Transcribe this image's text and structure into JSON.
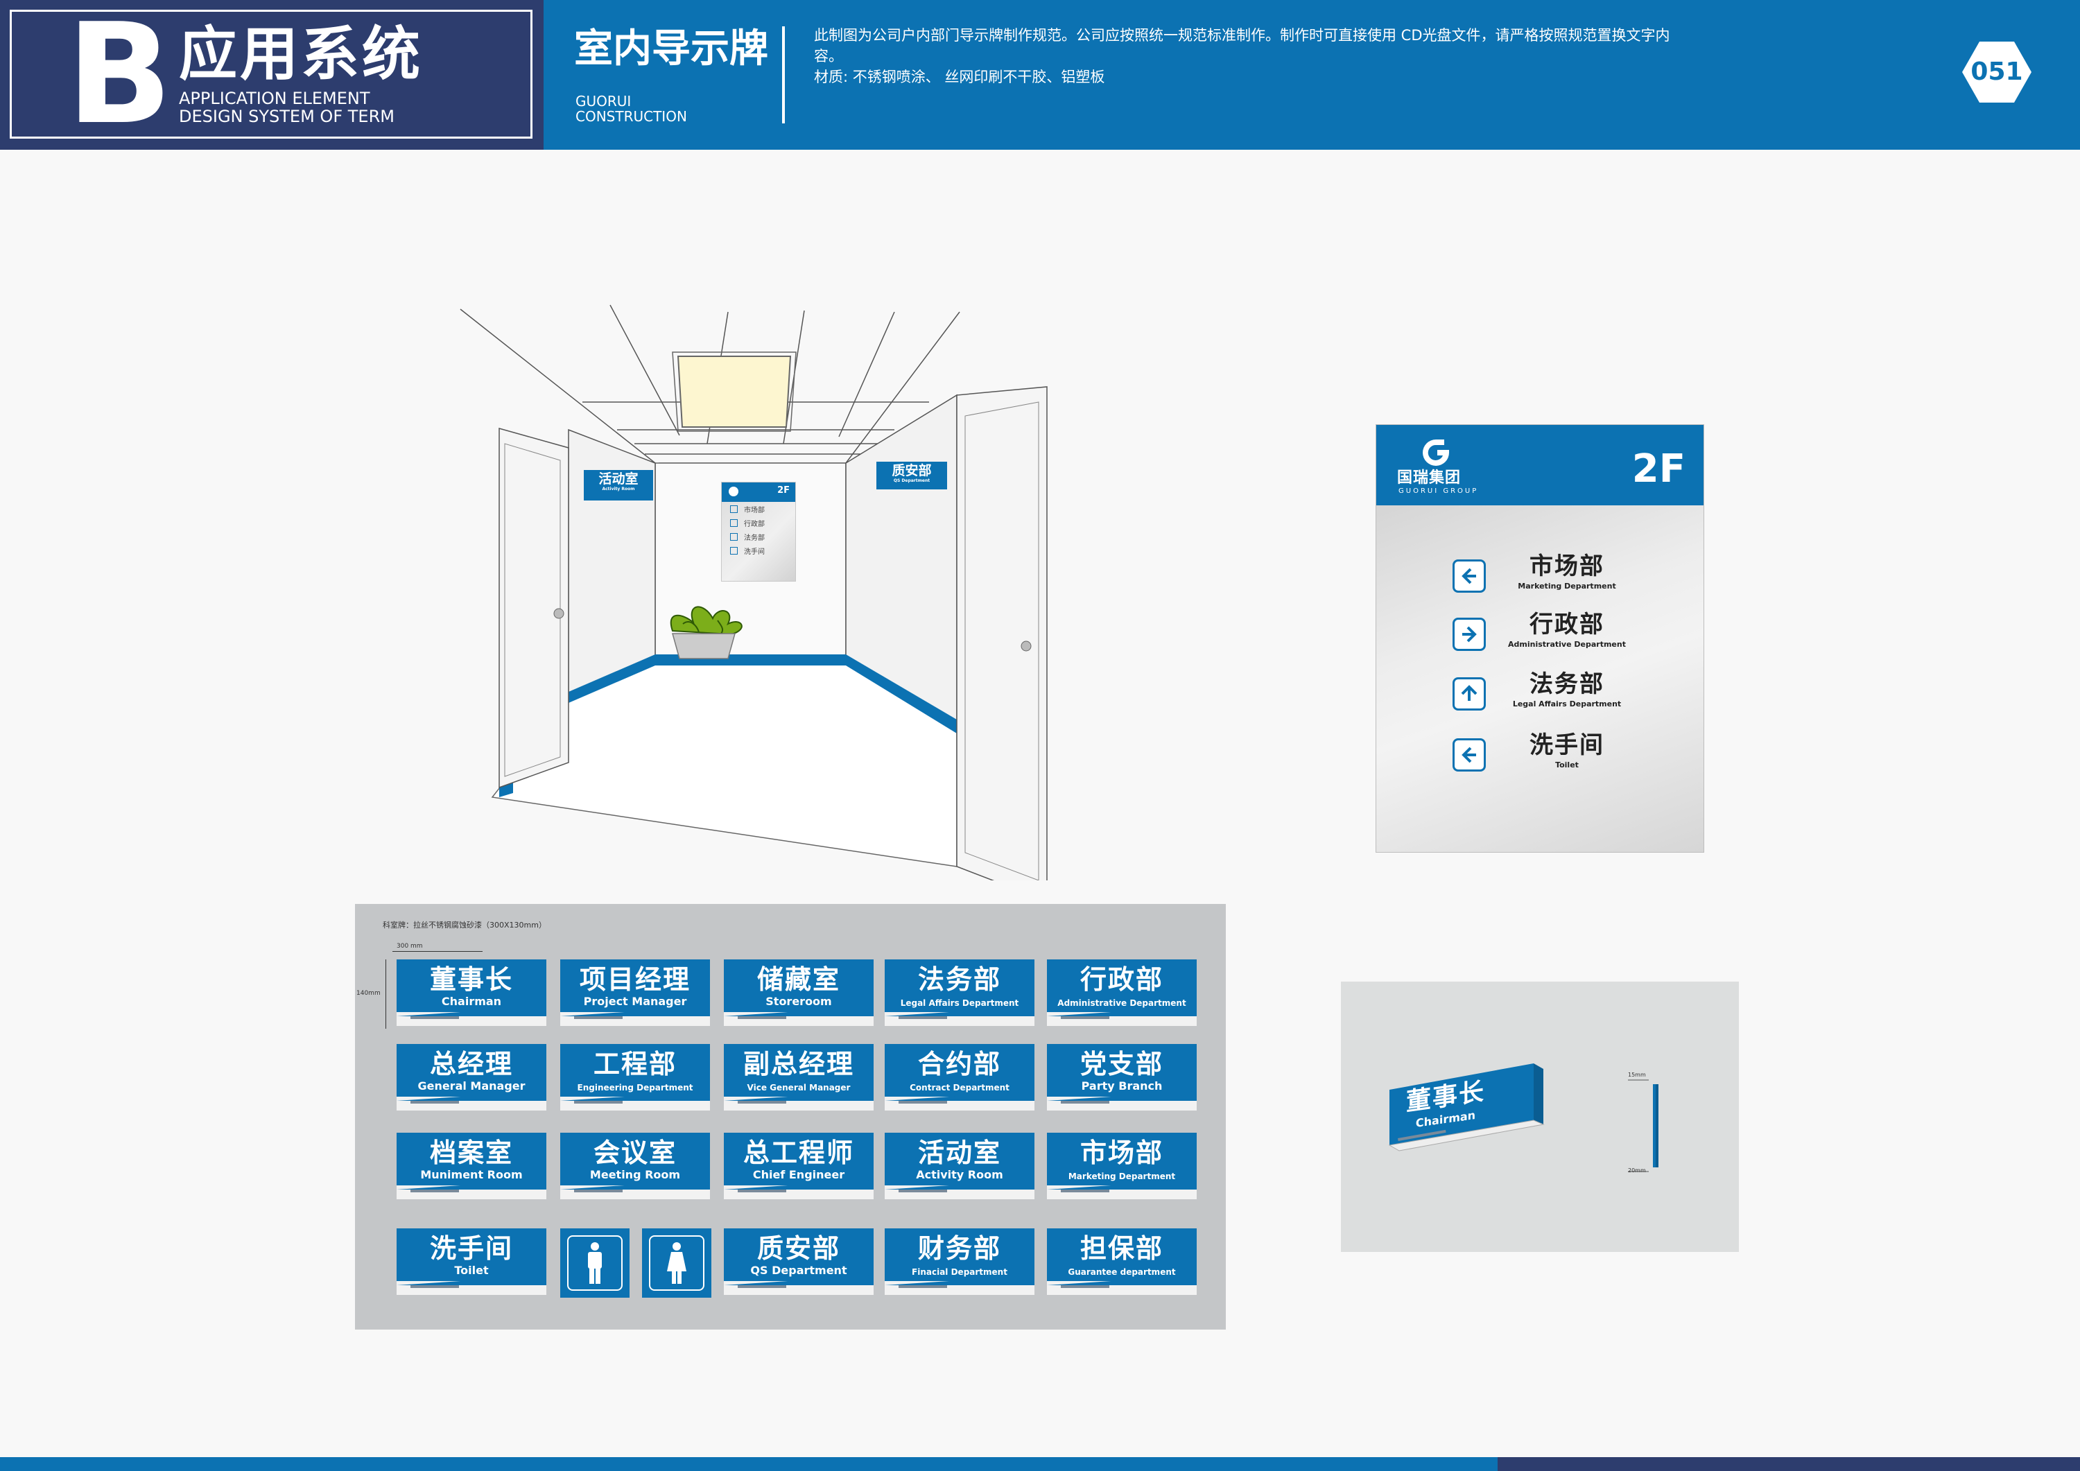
{
  "header": {
    "letter": "B",
    "title": "应用系统",
    "subtitle_en_line1": "APPLICATION ELEMENT",
    "subtitle_en_line2": "DESIGN SYSTEM OF TERM",
    "section_title": "室内导示牌",
    "section_en_line1": "GUORUI",
    "section_en_line2": "CONSTRUCTION",
    "description_line1": "此制图为公司户内部门导示牌制作规范。公司应按照统一规范标准制作。制作时可直接使用 CD光盘文件，请严格按照规范置换文字内容。",
    "description_line2": "材质: 不锈钢喷涂、 丝网印刷不干胶、铝塑板",
    "page_number": "051"
  },
  "corridor": {
    "sign_left_cn": "活动室",
    "sign_left_en": "Activity Room",
    "sign_right_cn": "质安部",
    "sign_right_en": "QS Department",
    "board_floor": "2F",
    "board_rows": [
      "市场部",
      "行政部",
      "法务部",
      "洗手间"
    ]
  },
  "directory": {
    "logo_cn": "国瑞集团",
    "logo_en": "GUORUI GROUP",
    "floor": "2F",
    "rows": [
      {
        "cn": "市场部",
        "en": "Marketing Department",
        "arrow": "left"
      },
      {
        "cn": "行政部",
        "en": "Administrative Department",
        "arrow": "right"
      },
      {
        "cn": "法务部",
        "en": "Legal Affairs Department",
        "arrow": "up"
      },
      {
        "cn": "洗手间",
        "en": "Toilet",
        "arrow": "left"
      }
    ]
  },
  "grid": {
    "note": "科室牌：拉丝不锈钢腐蚀砂漆（300X130mm）",
    "dim_width": "300 mm",
    "dim_height": "140mm",
    "rows": [
      [
        {
          "cn": "董事长",
          "en": "Chairman"
        },
        {
          "cn": "项目经理",
          "en": "Project Manager"
        },
        {
          "cn": "储藏室",
          "en": "Storeroom"
        },
        {
          "cn": "法务部",
          "en": "Legal Affairs Department"
        },
        {
          "cn": "行政部",
          "en": "Administrative Department"
        }
      ],
      [
        {
          "cn": "总经理",
          "en": "General Manager"
        },
        {
          "cn": "工程部",
          "en": "Engineering Department"
        },
        {
          "cn": "副总经理",
          "en": "Vice General Manager"
        },
        {
          "cn": "合约部",
          "en": "Contract Department"
        },
        {
          "cn": "党支部",
          "en": "Party Branch"
        }
      ],
      [
        {
          "cn": "档案室",
          "en": "Muniment Room"
        },
        {
          "cn": "会议室",
          "en": "Meeting Room"
        },
        {
          "cn": "总工程师",
          "en": "Chief Engineer"
        },
        {
          "cn": "活动室",
          "en": "Activity Room"
        },
        {
          "cn": "市场部",
          "en": "Marketing Department"
        }
      ],
      [
        {
          "cn": "洗手间",
          "en": "Toilet"
        },
        {
          "cn": "质安部",
          "en": "QS Department"
        },
        {
          "cn": "财务部",
          "en": "Finacial Department"
        },
        {
          "cn": "担保部",
          "en": "Guarantee department"
        }
      ]
    ],
    "toilet_icons": [
      "male-toilet-icon",
      "female-toilet-icon"
    ]
  },
  "side_view": {
    "cn": "董事长",
    "en": "Chairman",
    "dim_top": "15mm",
    "dim_bottom": "20mm"
  },
  "colors": {
    "brand_blue": "#0c72b2",
    "navy": "#2d3d6e"
  }
}
